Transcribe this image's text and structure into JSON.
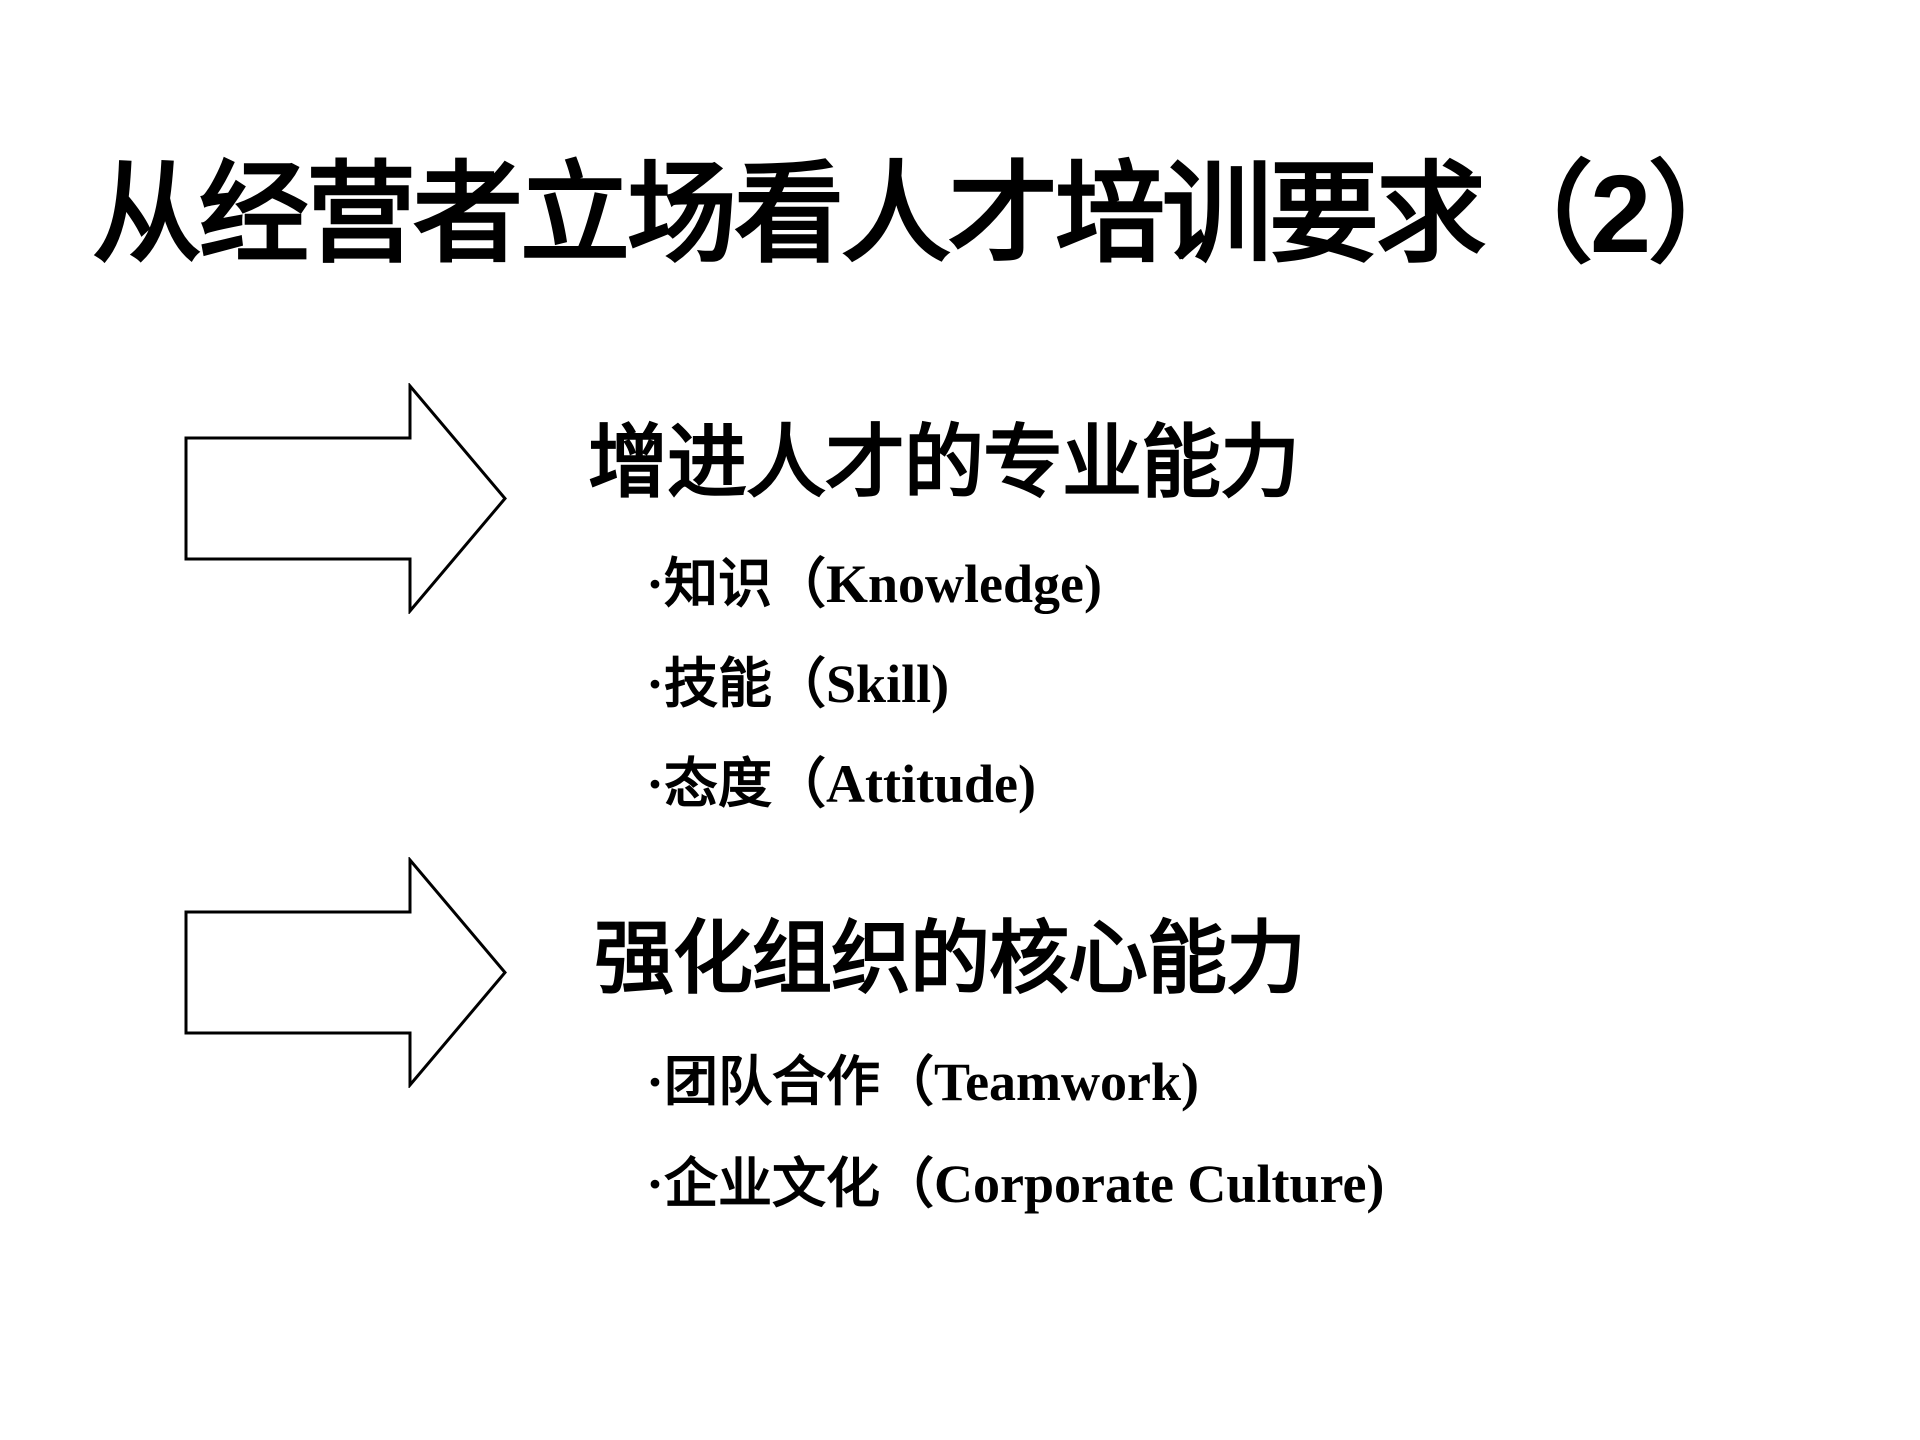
{
  "slide": {
    "background_color": "#ffffff",
    "text_color": "#000000",
    "title": "从经营者立场看人才培训要求（2）",
    "arrow": {
      "icon": "right-arrow",
      "fill": "#ffffff",
      "stroke": "#000000"
    },
    "sections": [
      {
        "heading": "增进人才的专业能力",
        "bullets": [
          "·知识（Knowledge)",
          "·技能（Skill)",
          "·态度（Attitude)"
        ]
      },
      {
        "heading": "强化组织的核心能力",
        "bullets": [
          "·团队合作（Teamwork)",
          "·企业文化（Corporate Culture)"
        ]
      }
    ]
  }
}
